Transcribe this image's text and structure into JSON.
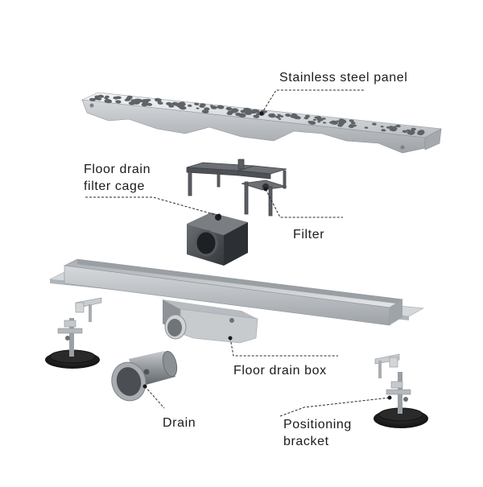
{
  "diagram": {
    "labels": {
      "stainless_steel_panel": "Stainless steel panel",
      "filter_cage_line1": "Floor drain",
      "filter_cage_line2": "filter cage",
      "filter": "Filter",
      "floor_drain_box": "Floor drain box",
      "drain": "Drain",
      "positioning_bracket_line1": "Positioning",
      "positioning_bracket_line2": "bracket"
    },
    "colors": {
      "text": "#1a1a1a",
      "leader_line": "#2a2a2a",
      "steel_light": "#eceef0",
      "steel_mid": "#c3c7cb",
      "steel_dark": "#8d9196",
      "plastic_dark": "#3a3d41",
      "plastic_mid": "#5d6166",
      "rubber_base": "#1c1c1c"
    },
    "icons": [
      "stainless-panel-icon",
      "filter-cage-icon",
      "filter-icon",
      "floor-drain-box-icon",
      "drain-pipe-icon",
      "positioning-bracket-icon"
    ]
  }
}
